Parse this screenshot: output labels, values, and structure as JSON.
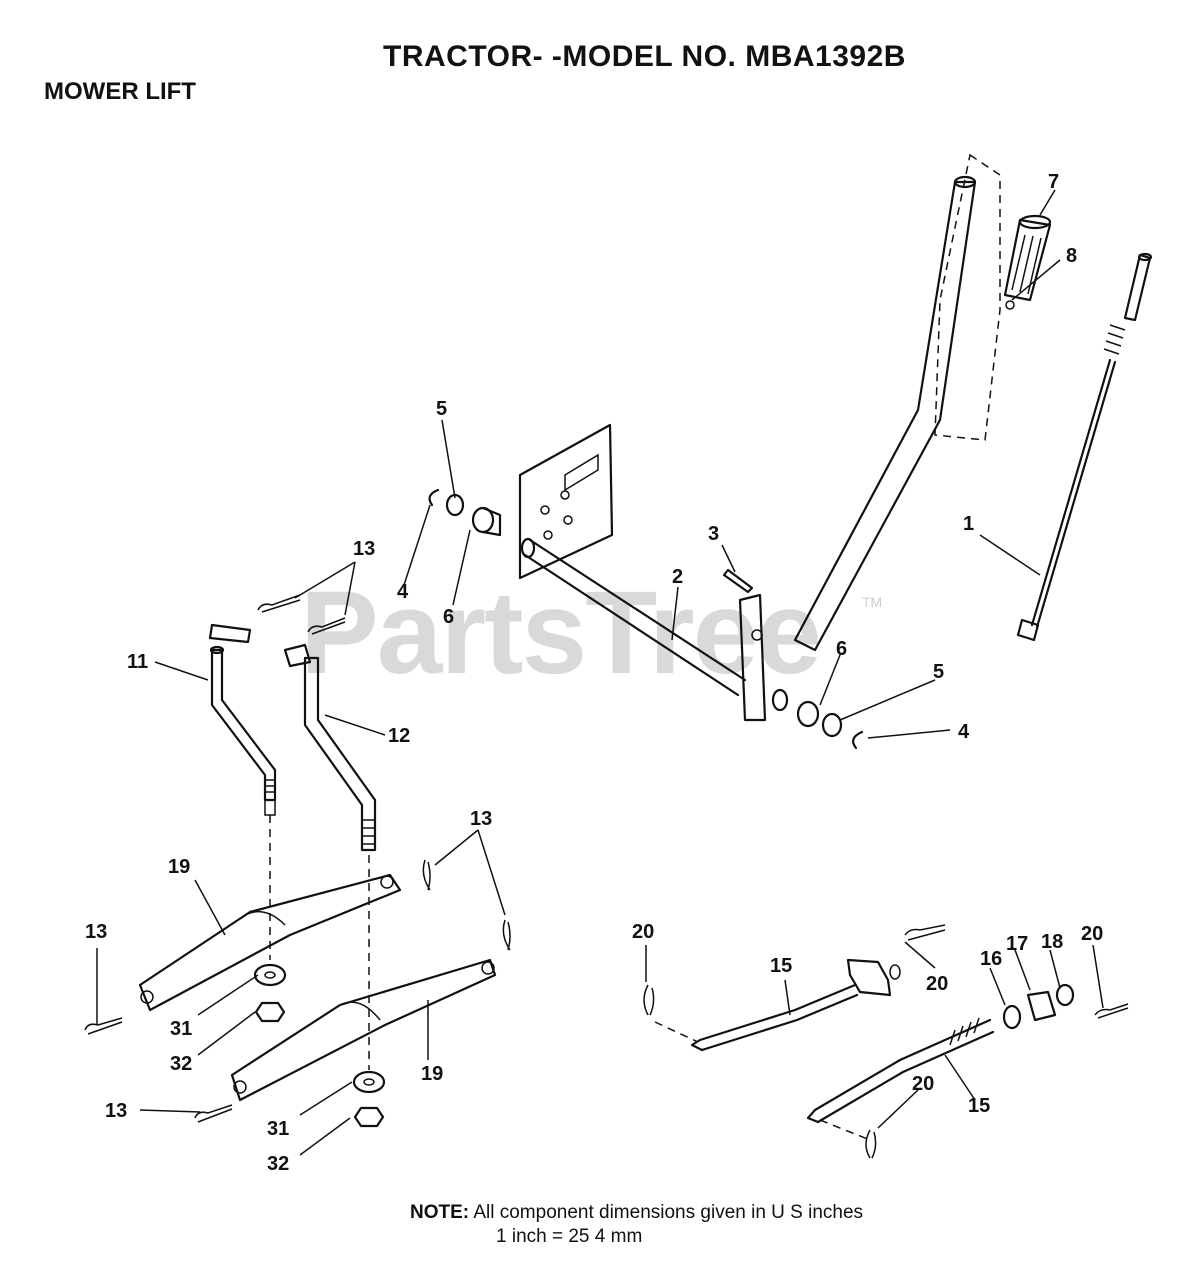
{
  "header": {
    "title": "TRACTOR- -MODEL NO. MBA1392B",
    "section": "MOWER LIFT"
  },
  "watermark": {
    "text": "PartsTree",
    "tm": "TM"
  },
  "callouts": [
    {
      "id": "c1",
      "label": "1"
    },
    {
      "id": "c2",
      "label": "2"
    },
    {
      "id": "c3",
      "label": "3"
    },
    {
      "id": "c4a",
      "label": "4"
    },
    {
      "id": "c4b",
      "label": "4"
    },
    {
      "id": "c5a",
      "label": "5"
    },
    {
      "id": "c5b",
      "label": "5"
    },
    {
      "id": "c6a",
      "label": "6"
    },
    {
      "id": "c6b",
      "label": "6"
    },
    {
      "id": "c7",
      "label": "7"
    },
    {
      "id": "c8",
      "label": "8"
    },
    {
      "id": "c11",
      "label": "11"
    },
    {
      "id": "c12",
      "label": "12"
    },
    {
      "id": "c13a",
      "label": "13"
    },
    {
      "id": "c13b",
      "label": "13"
    },
    {
      "id": "c13c",
      "label": "13"
    },
    {
      "id": "c13d",
      "label": "13"
    },
    {
      "id": "c15a",
      "label": "15"
    },
    {
      "id": "c15b",
      "label": "15"
    },
    {
      "id": "c16",
      "label": "16"
    },
    {
      "id": "c17",
      "label": "17"
    },
    {
      "id": "c18",
      "label": "18"
    },
    {
      "id": "c19a",
      "label": "19"
    },
    {
      "id": "c19b",
      "label": "19"
    },
    {
      "id": "c20a",
      "label": "20"
    },
    {
      "id": "c20b",
      "label": "20"
    },
    {
      "id": "c20c",
      "label": "20"
    },
    {
      "id": "c20d",
      "label": "20"
    },
    {
      "id": "c31a",
      "label": "31"
    },
    {
      "id": "c31b",
      "label": "31"
    },
    {
      "id": "c32a",
      "label": "32"
    },
    {
      "id": "c32b",
      "label": "32"
    }
  ],
  "note": {
    "label": "NOTE:",
    "line1": "All component dimensions given in U S  inches",
    "line2": "1 inch = 25 4 mm"
  }
}
